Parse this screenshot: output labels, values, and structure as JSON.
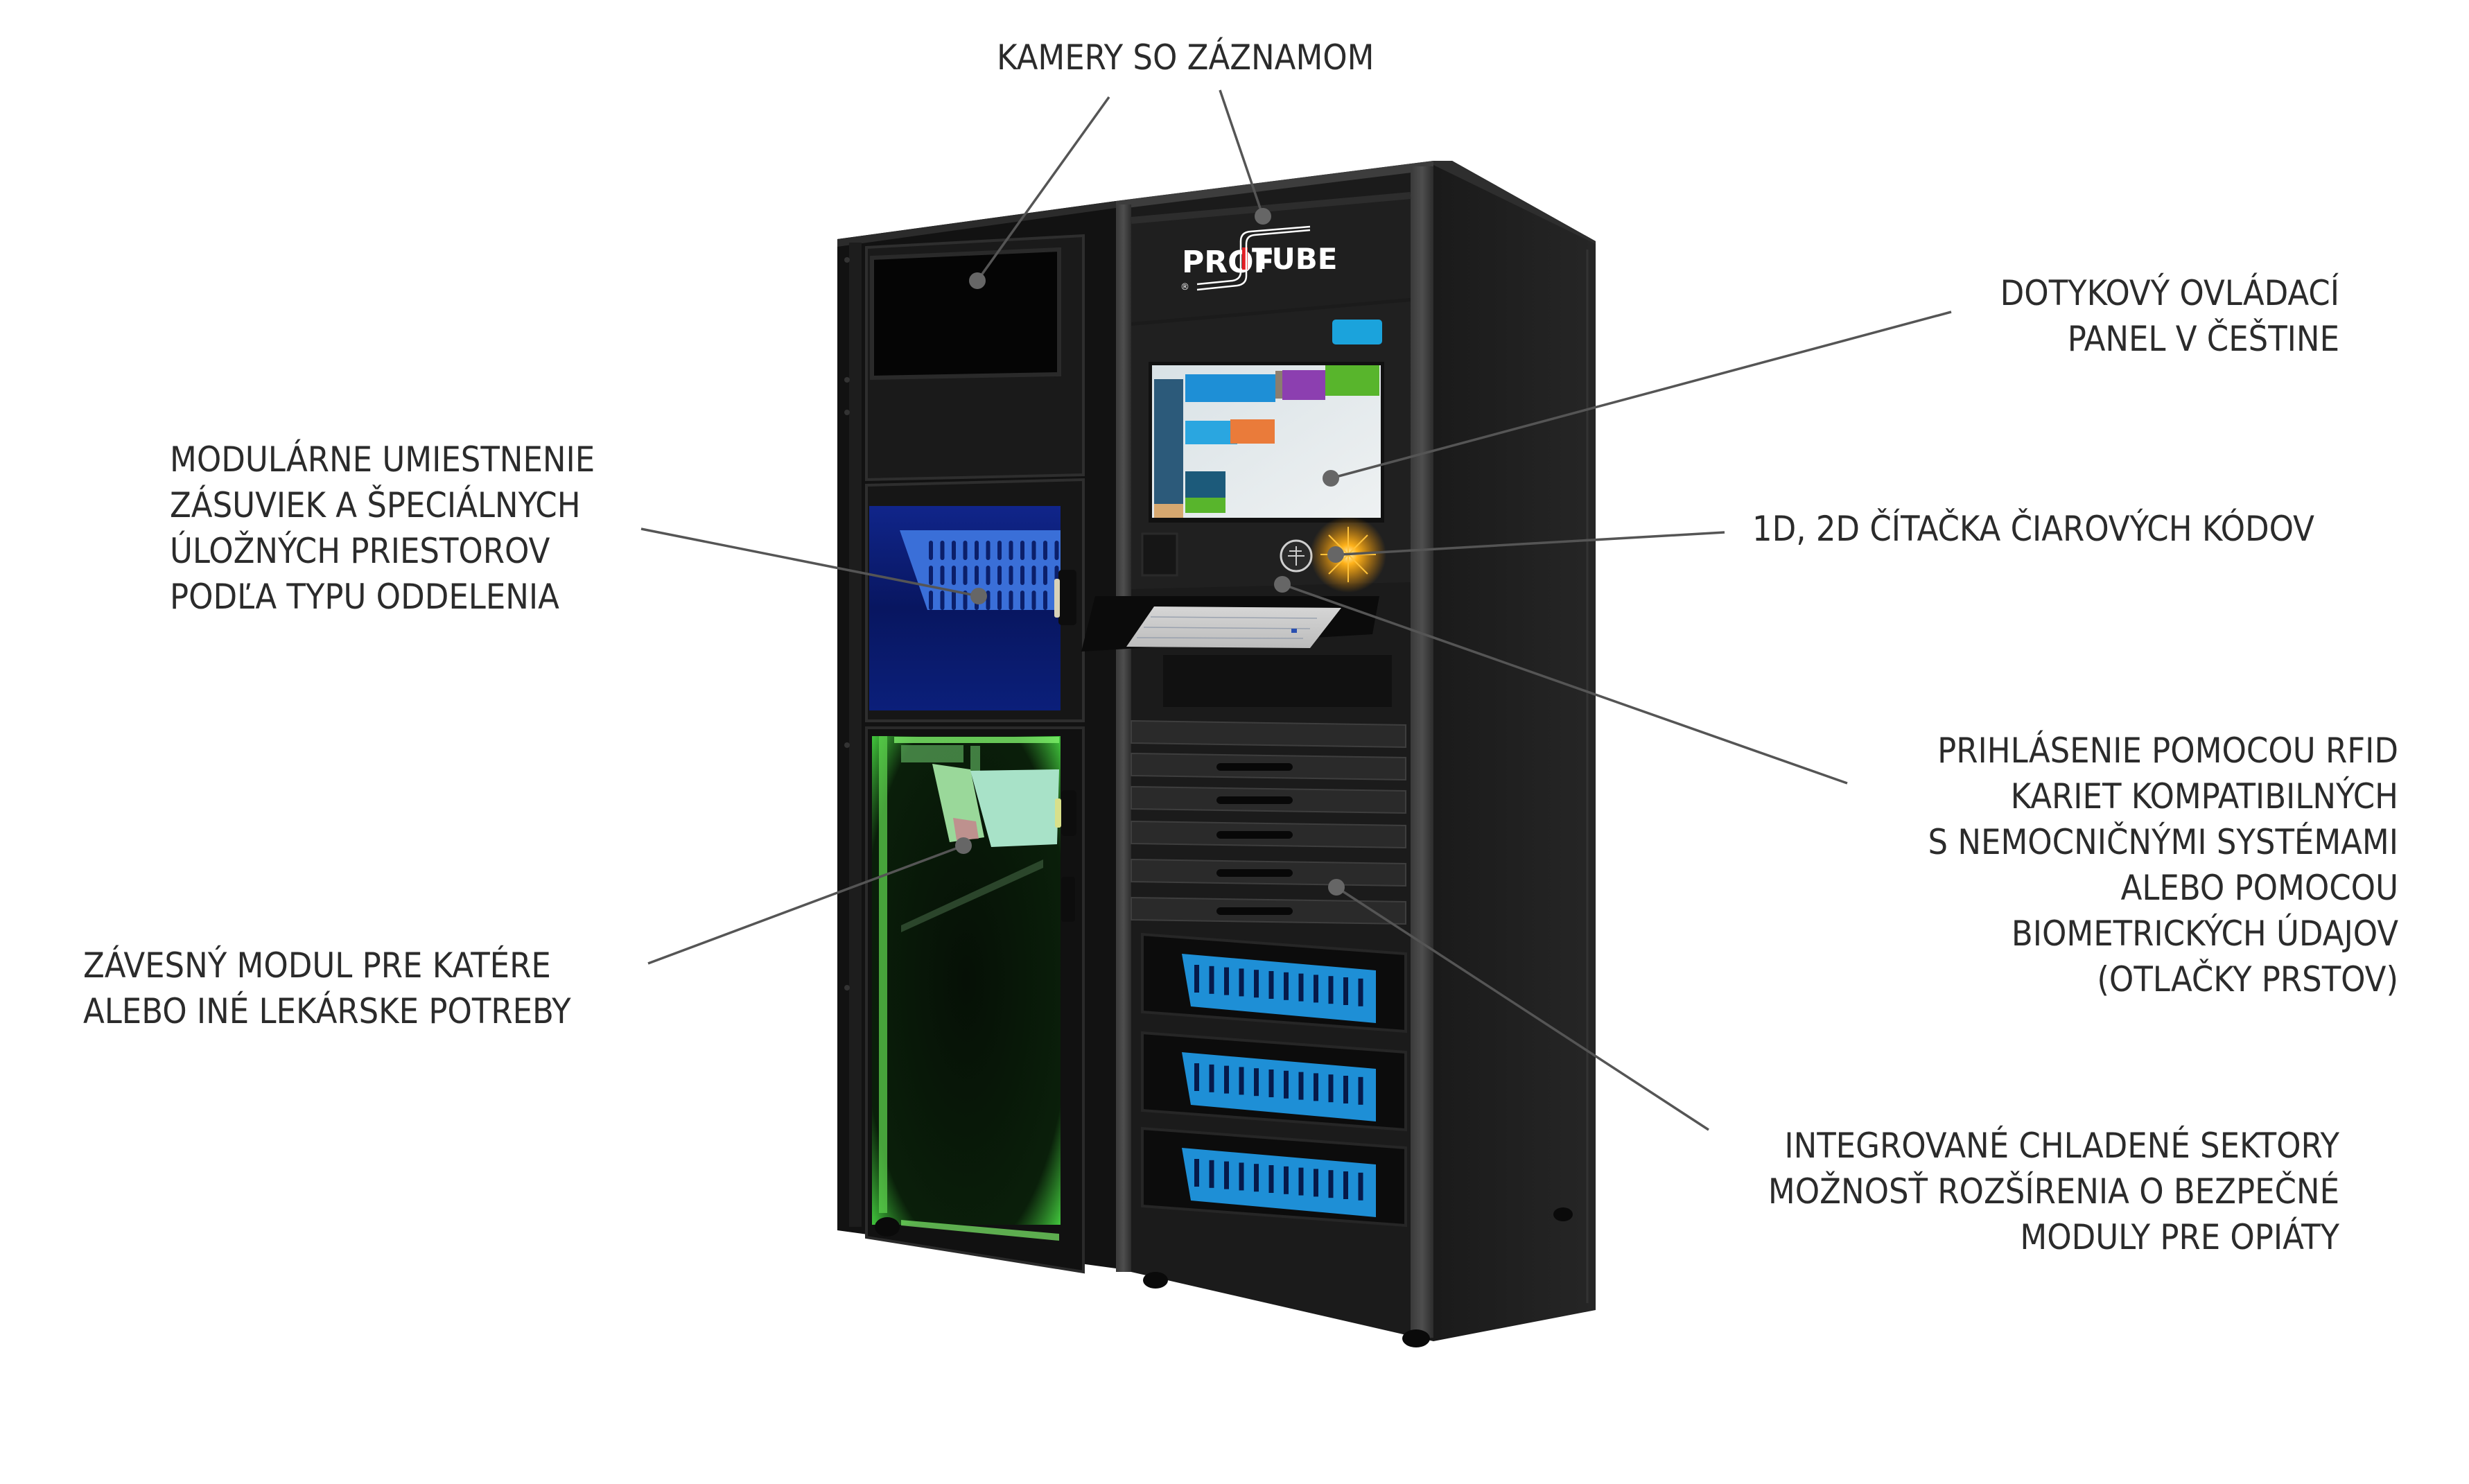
{
  "diagram": {
    "product": "Automated medication dispensing cabinet",
    "brand_logo": {
      "text_left": "PROF",
      "text_right": "TUBE",
      "registered_mark": "®",
      "accent_color": "#e31e24"
    },
    "colors": {
      "text": "#2b2b2b",
      "leader_line": "#555555",
      "marker_dot": "#666666",
      "cabinet_body": "#1c1c1c",
      "basket_blue": "#3a6fd8",
      "drawer_blue": "#1e8fd6",
      "glow_green": "#6ee05a",
      "glow_blue": "#1c3ccf",
      "scanner_glow": "#ffb21a",
      "badge_blue": "#1ba3dc"
    },
    "callouts": [
      {
        "id": "cameras",
        "lines": [
          "KAMERY SO ZÁZNAMOM"
        ]
      },
      {
        "id": "touch-panel",
        "lines": [
          "DOTYKOVÝ OVLÁDACÍ",
          "PANEL V ČEŠTINE"
        ]
      },
      {
        "id": "modular-storage",
        "lines": [
          "MODULÁRNE UMIESTNENIE",
          "ZÁSUVIEK A ŠPECIÁLNYCH",
          "ÚLOŽNÝCH PRIESTOROV",
          "PODĽA TYPU ODDELENIA"
        ]
      },
      {
        "id": "barcode-reader",
        "lines": [
          "1D, 2D ČÍTAČKA ČIAROVÝCH KÓDOV"
        ]
      },
      {
        "id": "rfid-login",
        "lines": [
          "PRIHLÁSENIE POMOCOU RFID",
          "KARIET KOMPATIBILNÝCH",
          "S NEMOCNIČNÝMI SYSTÉMAMI",
          "ALEBO POMOCOU",
          "BIOMETRICKÝCH ÚDAJOV",
          "(OTLAČKY PRSTOV)"
        ]
      },
      {
        "id": "hanging-module",
        "lines": [
          "ZÁVESNÝ MODUL PRE KATÉRE",
          "ALEBO INÉ LEKÁRSKE POTREBY"
        ]
      },
      {
        "id": "cooled-sectors",
        "lines": [
          "INTEGROVANÉ CHLADENÉ SEKTORY",
          "MOŽNOSŤ ROZŠÍRENIA O BEZPEČNÉ",
          "MODULY PRE OPIÁTY"
        ]
      }
    ]
  }
}
